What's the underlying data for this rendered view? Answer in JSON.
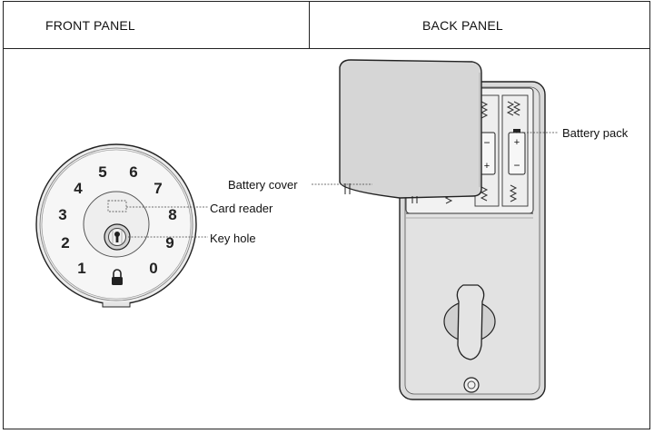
{
  "header": {
    "front_panel": "FRONT PANEL",
    "back_panel": "BACK PANEL"
  },
  "front": {
    "keypad_digits": [
      "5",
      "6",
      "4",
      "7",
      "3",
      "8",
      "2",
      "9",
      "1",
      "0"
    ],
    "labels": {
      "card_reader": "Card reader",
      "key_hole": "Key hole"
    }
  },
  "back": {
    "labels": {
      "battery_cover": "Battery cover",
      "battery_pack": "Battery pack"
    },
    "battery_polarity": {
      "minus": "−",
      "plus": "+"
    }
  },
  "colors": {
    "line": "#222222",
    "body_fill": "#d9d9d9",
    "cover_fill": "#d6d6d6",
    "keypad_ring": "#e8e8e8"
  },
  "icons": {
    "padlock": "padlock-icon",
    "key_hole": "keyhole-icon"
  }
}
